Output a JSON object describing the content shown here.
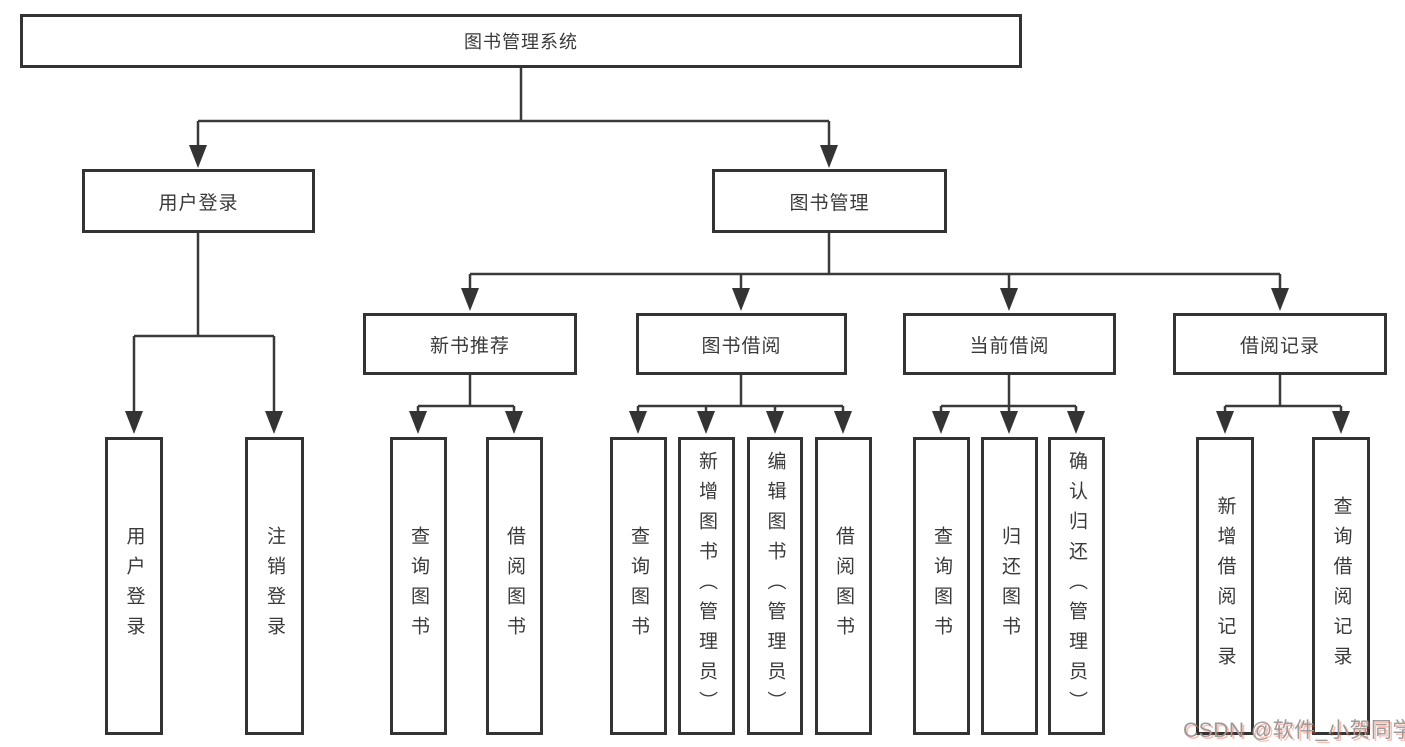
{
  "tree": {
    "root": {
      "label": "图书管理系统"
    },
    "login": {
      "label": "用户登录",
      "children": [
        {
          "label": "用户登录"
        },
        {
          "label": "注销登录"
        }
      ]
    },
    "mgmt": {
      "label": "图书管理"
    },
    "groups": [
      {
        "label": "新书推荐",
        "children": [
          {
            "label": "查询图书"
          },
          {
            "label": "借阅图书"
          }
        ]
      },
      {
        "label": "图书借阅",
        "children": [
          {
            "label": "查询图书"
          },
          {
            "label": "新增图书（管理员）"
          },
          {
            "label": "编辑图书（管理员）"
          },
          {
            "label": "借阅图书"
          }
        ]
      },
      {
        "label": "当前借阅",
        "children": [
          {
            "label": "查询图书"
          },
          {
            "label": "归还图书"
          },
          {
            "label": "确认归还（管理员）"
          }
        ]
      },
      {
        "label": "借阅记录",
        "children": [
          {
            "label": "新增借阅记录"
          },
          {
            "label": "查询借阅记录"
          }
        ]
      }
    ]
  },
  "watermark": {
    "text": "CSDN @软件_小贺同学"
  },
  "colors": {
    "line": "#3a3a3a",
    "border": "#333333",
    "text": "#3a3a3a",
    "background": "#ffffff",
    "watermark_gray": "#9b9b9b",
    "watermark_red": "#fc5531"
  }
}
